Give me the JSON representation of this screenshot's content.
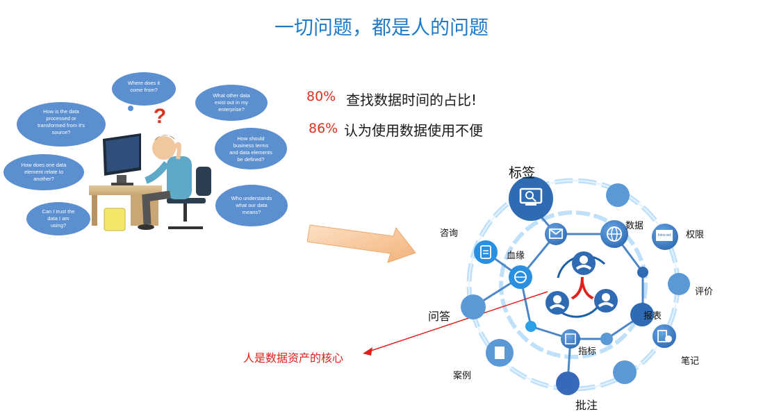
{
  "title": "一切问题，都是人的问题",
  "stats": [
    {
      "percent": "80%",
      "text": "查找数据时间的占比!"
    },
    {
      "percent": "86%",
      "text": "认为使用数据使用不便"
    }
  ],
  "questions": [
    [
      "Where does it",
      "come from?"
    ],
    [
      "How is the data",
      "processed or",
      "transformed from it's",
      "source?"
    ],
    [
      "What other data",
      "exist out in my",
      "enterprise?"
    ],
    [
      "How should",
      "business terms",
      "and data elements",
      "be defined?"
    ],
    [
      "How does one data",
      "element relate to",
      "another?"
    ],
    [
      "Can I trust the",
      "data I am",
      "using?"
    ],
    [
      "Who understands",
      "what our data",
      "means?"
    ]
  ],
  "question_mark": "?",
  "core_label": "人是数据资产的核心",
  "center_char": "人",
  "network": {
    "label_biaoqian": "标签",
    "label_shuju": "数据",
    "label_quanxian": "权限",
    "label_zixun": "咨询",
    "label_xueyuan": "血缘",
    "label_pingjia": "评价",
    "label_wenda": "问答",
    "label_baobiao": "报表",
    "label_zhibiao": "指标",
    "label_biji": "笔记",
    "label_anli": "案例",
    "label_pizhu": "批注",
    "intranet": "Intra net"
  },
  "colors": {
    "title": "#1f7ac7",
    "accent": "#e0301e",
    "node": "#3a7bc8",
    "ring": "#a9d3f5"
  }
}
